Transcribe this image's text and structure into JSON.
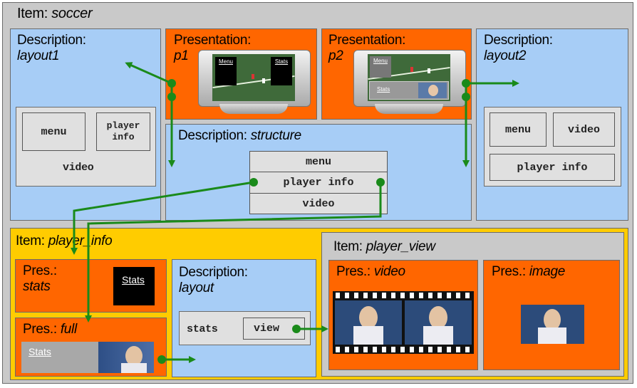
{
  "soccer": {
    "prefix": "Item: ",
    "name": "soccer"
  },
  "layout1": {
    "prefix": "Description:",
    "name": "layout1",
    "cells": {
      "menu": "menu",
      "player_info_1": "player",
      "player_info_2": "info",
      "video": "video"
    }
  },
  "p1": {
    "prefix": "Presentation:",
    "name": "p1",
    "menu": "Menu",
    "stats": "Stats"
  },
  "p2": {
    "prefix": "Presentation:",
    "name": "p2",
    "menu": "Menu",
    "stats": "Stats"
  },
  "layout2": {
    "prefix": "Description:",
    "name": "layout2",
    "cells": {
      "menu": "menu",
      "video": "video",
      "player_info": "player info"
    }
  },
  "structure": {
    "prefix": "Description: ",
    "name": "structure",
    "rows": [
      "menu",
      "player info",
      "video"
    ]
  },
  "player_info": {
    "prefix": "Item: ",
    "name": "player_info"
  },
  "stats_pres": {
    "prefix": "Pres.:",
    "name": "stats",
    "button": "Stats"
  },
  "full_pres": {
    "prefix": "Pres.: ",
    "name": "full",
    "bar": "Stats"
  },
  "layout": {
    "prefix": "Description:",
    "name": "layout",
    "stats": "stats",
    "view": "view"
  },
  "player_view": {
    "prefix": "Item: ",
    "name": "player_view"
  },
  "video_pres": {
    "prefix": "Pres.: ",
    "name": "video"
  },
  "image_pres": {
    "prefix": "Pres.: ",
    "name": "image"
  },
  "colors": {
    "green": "#1a8a1a",
    "orange": "#ff6600",
    "blue": "#a7cdf6",
    "yellow": "#ffcc00",
    "gray": "#c9c9c9"
  }
}
